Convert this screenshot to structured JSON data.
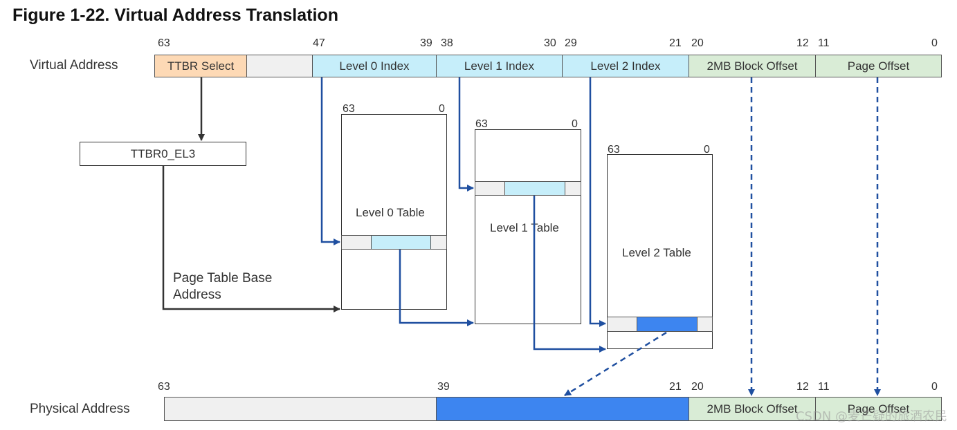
{
  "title": "Figure 1-22.  Virtual Address Translation",
  "virtual_address": {
    "label": "Virtual Address",
    "bits": [
      "63",
      "47",
      "39",
      "38",
      "30",
      "29",
      "21",
      "20",
      "12",
      "11",
      "0"
    ],
    "fields": [
      "TTBR Select",
      "",
      "Level 0 Index",
      "Level 1 Index",
      "Level 2 Index",
      "2MB Block Offset",
      "Page Offset"
    ]
  },
  "ttbr": {
    "label": "TTBR0_EL3"
  },
  "base_address_label": {
    "line1": "Page Table Base",
    "line2": "Address"
  },
  "tables": [
    {
      "label": "Level 0 Table",
      "bit_hi": "63",
      "bit_lo": "0"
    },
    {
      "label": "Level 1 Table",
      "bit_hi": "63",
      "bit_lo": "0"
    },
    {
      "label": "Level 2 Table",
      "bit_hi": "63",
      "bit_lo": "0"
    }
  ],
  "physical_address": {
    "label": "Physical Address",
    "bits": [
      "63",
      "39",
      "21",
      "20",
      "12",
      "11",
      "0"
    ],
    "fields": [
      "",
      "",
      "2MB Block Offset",
      "Page Offset"
    ]
  },
  "watermark": "CSDN @麦芒疑的旅酒农民",
  "colors": {
    "ttbr_select": "#fdd9b5",
    "reserved": "#f0f0f0",
    "index": "#c6eefa",
    "offset": "#d9ecd6",
    "output": "#3d85f0",
    "arrow_blue": "#1f4fa0",
    "arrow_black": "#333333"
  }
}
